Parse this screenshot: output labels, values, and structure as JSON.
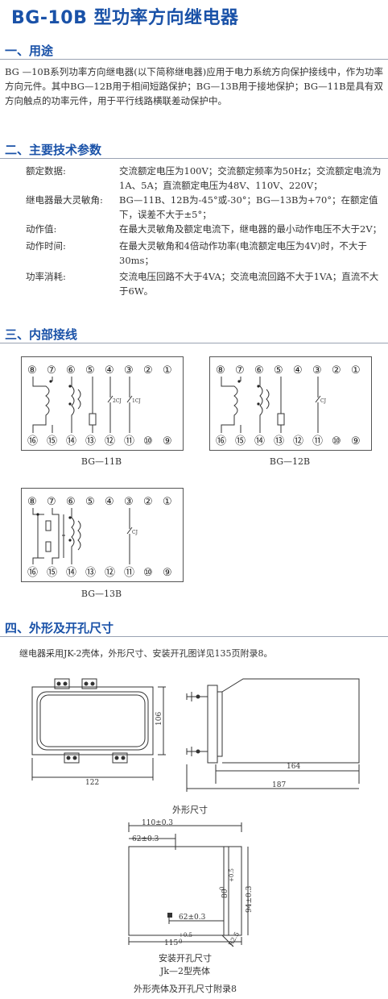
{
  "title": "BG-10B 型功率方向继电器",
  "section1": {
    "heading": "一、用途",
    "paragraph": "BG —10B系列功率方向继电器(以下简称继电器)应用于电力系统方向保护接线中，作为功率方向元件。其中BG—12B用于相间短路保护；BG—13B用于接地保护；BG—11B是具有双方向触点的功率元件，用于平行线路横联差动保护中。"
  },
  "section2": {
    "heading": "二、主要技术参数",
    "params": [
      {
        "label": "额定数据:",
        "value": "交流额定电压为100V；交流额定频率为50Hz；交流额定电流为1A、5A；直流额定电压为48V、110V、220V；"
      },
      {
        "label": "继电器最大灵敏角:",
        "value": "BG—11B、12B为-45°或-30°；BG—13B为+70°；在额定值下，误差不大于±5°；"
      },
      {
        "label": "动作值:",
        "value": "在最大灵敏角及额定电流下，继电器的最小动作电压不大于2V；"
      },
      {
        "label": "动作时间:",
        "value": "在最大灵敏角和4倍动作功率(电流额定电压为4V)时，不大于30ms；"
      },
      {
        "label": "功率消耗:",
        "value": "交流电压回路不大于4VA；交流电流回路不大于1VA；直流不大于6W。"
      }
    ]
  },
  "section3": {
    "heading": "三、内部接线",
    "top_terminals": [
      "⑧",
      "⑦",
      "⑥",
      "⑤",
      "④",
      "③",
      "②",
      "①"
    ],
    "bottom_terminals": [
      "⑯",
      "⑮",
      "⑭",
      "⑬",
      "⑫",
      "⑪",
      "⑩",
      "⑨"
    ],
    "contacts_11b": [
      "2CJ",
      "1CJ"
    ],
    "contact_single": "CJ",
    "diagrams": [
      "BG—11B",
      "BG—12B",
      "BG—13B"
    ]
  },
  "section4": {
    "heading": "四、外形及开孔尺寸",
    "note": "继电器采用JK-2壳体，外形尺寸、安装开孔图详见135页附录8。",
    "dims": {
      "front_height": "106",
      "front_width": "122",
      "side_depth": "164",
      "side_total": "187",
      "cut_top": "110±0.3",
      "cut_top_inner": "62±0.3",
      "cut_bottom_inner": "62±0.3",
      "cut_bottom_outer": "115",
      "cut_bottom_outer_tol": "+0.5",
      "cut_bottom_outer_tol2": "0",
      "cut_right_inner": "80",
      "cut_right_inner_tol": "+0.5",
      "cut_right_inner_tol2": "0",
      "cut_right_outer": "94±0.3",
      "cut_radius": "R2.5"
    },
    "caption_outline": "外形尺寸",
    "caption_cutout": "安装开孔尺寸",
    "caption_shell": "Jk—2型壳体",
    "caption_appendix": "外形壳体及开孔尺寸附录8"
  }
}
